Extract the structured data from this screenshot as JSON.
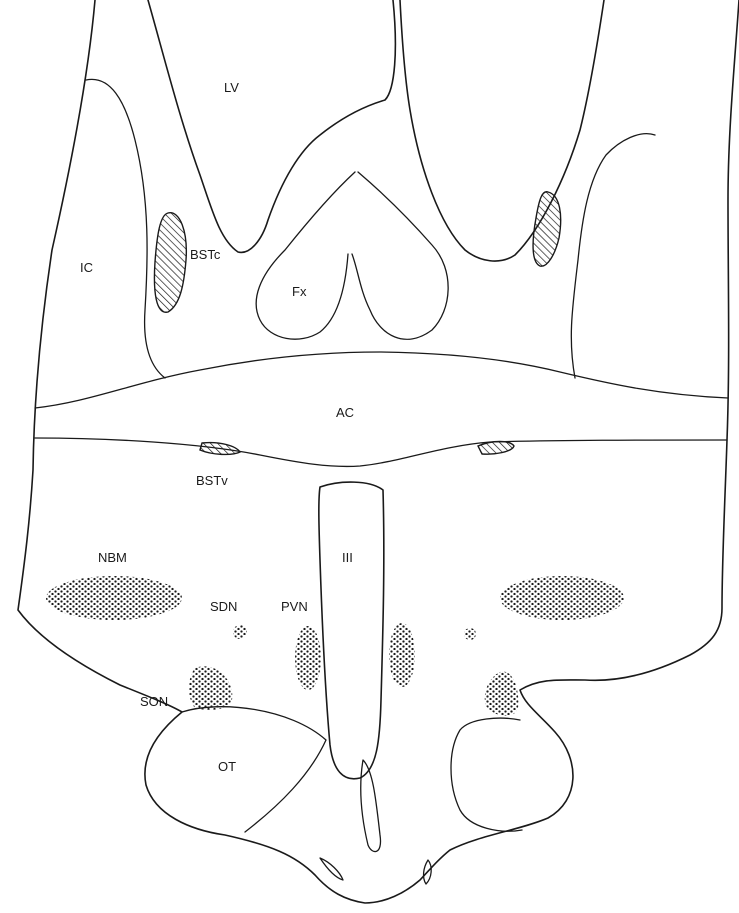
{
  "labels": {
    "lv": "LV",
    "ic": "IC",
    "bstc": "BSTc",
    "fx": "Fx",
    "ac": "AC",
    "bstv": "BSTv",
    "iii": "III",
    "nbm": "NBM",
    "sdn": "SDN",
    "pvn": "PVN",
    "son": "SON",
    "ot": "OT"
  },
  "colors": {
    "line": "#1a1a1a",
    "background": "#ffffff"
  }
}
